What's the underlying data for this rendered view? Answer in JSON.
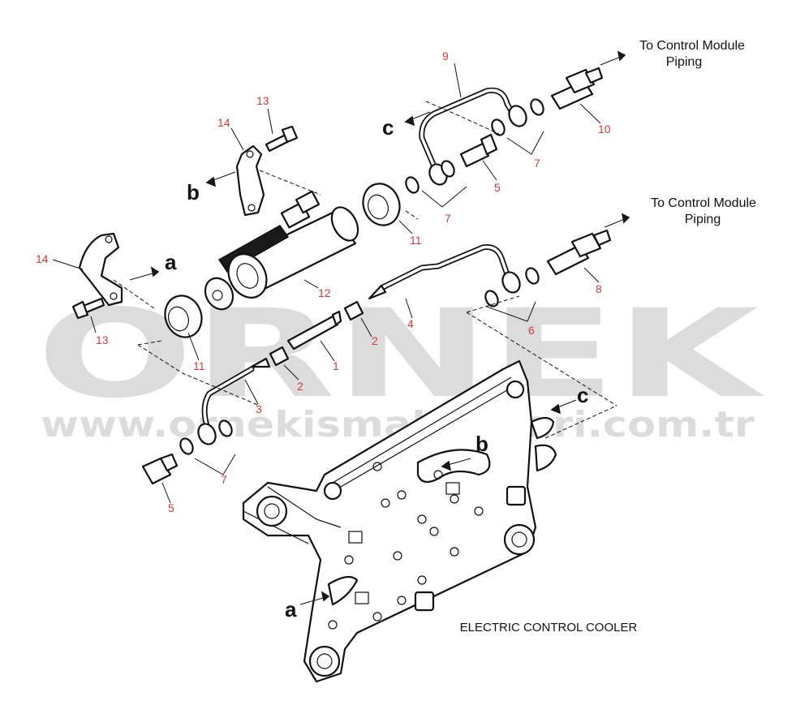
{
  "watermark": {
    "brand": "ORNEK",
    "url": "www.ornekismakinalari.com.tr"
  },
  "destinations": {
    "upper": [
      "To Control Module",
      "Piping"
    ],
    "lower": [
      "To Control Module",
      "Piping"
    ]
  },
  "arrow_labels": {
    "a": "a",
    "b": "b",
    "c": "c"
  },
  "part_labels": {
    "p1": "1",
    "p2a": "2",
    "p2b": "2",
    "p3": "3",
    "p4": "4",
    "p5a": "5",
    "p5b": "5",
    "p6": "6",
    "p7a": "7",
    "p7b": "7",
    "p7c": "7",
    "p8": "8",
    "p9": "9",
    "p10": "10",
    "p11a": "11",
    "p11b": "11",
    "p12": "12",
    "p13a": "13",
    "p13b": "13",
    "p14a": "14",
    "p14b": "14"
  },
  "caption": "ELECTRIC CONTROL COOLER",
  "colors": {
    "label": "#d03a3a",
    "line": "#111111",
    "watermark": "#dcdcdc"
  }
}
